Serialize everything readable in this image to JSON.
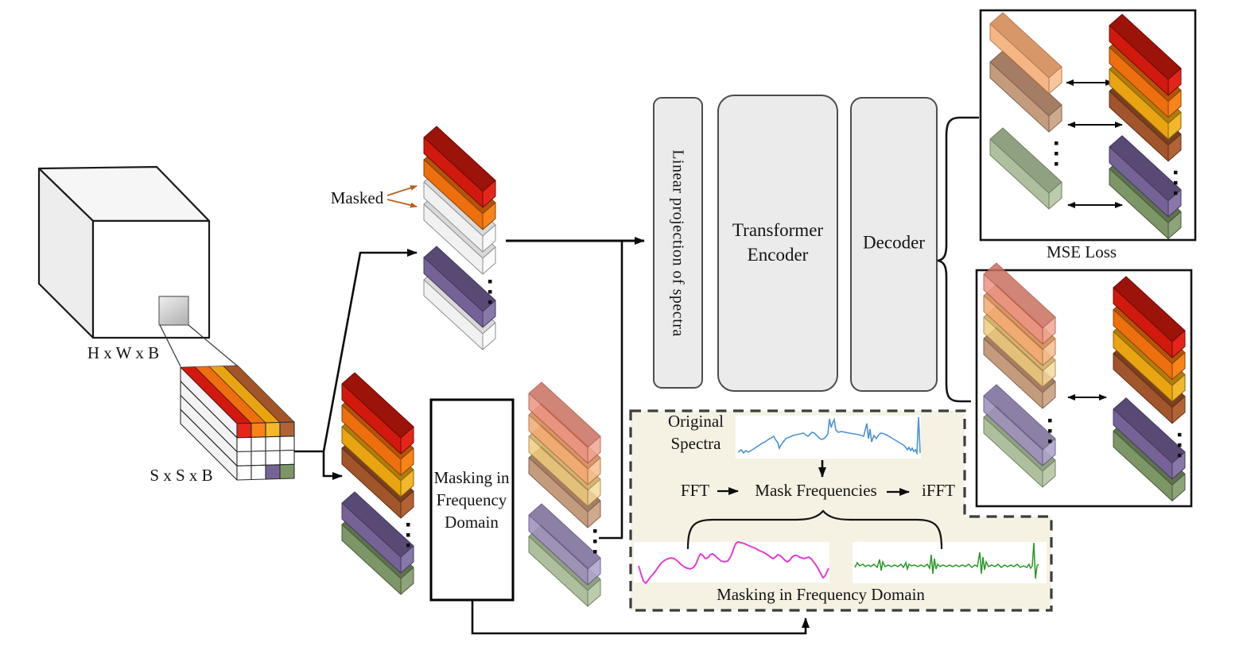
{
  "diagram": {
    "cube_label": "H x W x B",
    "patch_label": "S x S x B",
    "masked_label": "Masked",
    "masking_box_label": "Masking in\nFrequency\nDomain",
    "linear_projection_label": "Linear projection of spectra",
    "transformer_label": "Transformer\nEncoder",
    "decoder_label": "Decoder",
    "mse_loss_label": "MSE Loss",
    "frequency_detail": {
      "original_spectra_label": "Original\nSpectra",
      "fft_label": "FFT",
      "mask_frequencies_label": "Mask Frequencies",
      "ifft_label": "iFFT",
      "caption": "Masking in Frequency Domain"
    }
  },
  "colors": {
    "beige_panel": "#f5f2e4",
    "dashed_border": "#3c3c3c",
    "module_box_fill": "#ebebeb",
    "module_box_border": "#4d4d4d",
    "masked_arrow": "#b5611f",
    "spectra_blue": "#4e93d0",
    "spectra_magenta": "#df3fd3",
    "spectra_green": "#2a9627",
    "bars": {
      "red": {
        "main": "#d2190e",
        "top": "#9c130a",
        "cap": "#e6251a",
        "stroke": "#6b0d06"
      },
      "orange": {
        "main": "#ee6f0e",
        "top": "#b35409",
        "cap": "#f88418",
        "stroke": "#8a4107"
      },
      "gold": {
        "main": "#e9a511",
        "top": "#b07d0c",
        "cap": "#f2b82b",
        "stroke": "#8a620a"
      },
      "brown": {
        "main": "#a2542a",
        "top": "#7a3f20",
        "cap": "#b26336",
        "stroke": "#5e3118"
      },
      "purple": {
        "main": "#756398",
        "top": "#584a75",
        "cap": "#8878aa",
        "stroke": "#463a5e"
      },
      "green": {
        "main": "#7c9667",
        "top": "#5d724d",
        "cap": "#8ea37a",
        "stroke": "#49593c"
      },
      "white": {
        "main": "#f1f1f1",
        "top": "#d9d9d9",
        "cap": "#fafafa",
        "stroke": "#909090"
      },
      "salmonT": {
        "main": "#ec9483",
        "top": "#c9705f",
        "cap": "#f0a694",
        "stroke": "#a85545",
        "opacity": 0.85
      },
      "orangeT": {
        "main": "#f4aa72",
        "top": "#d18650",
        "cap": "#f7bd8d",
        "stroke": "#a96537",
        "opacity": 0.85
      },
      "goldT": {
        "main": "#f0cd80",
        "top": "#cda75e",
        "cap": "#f4da9d",
        "stroke": "#a5823f",
        "opacity": 0.85
      },
      "brownT": {
        "main": "#bb8a67",
        "top": "#96674a",
        "cap": "#c89b78",
        "stroke": "#6d4a33",
        "opacity": 0.85
      },
      "purpleT": {
        "main": "#a091bd",
        "top": "#7e6f9b",
        "cap": "#b0a3cb",
        "stroke": "#5d5180",
        "opacity": 0.88
      },
      "greenT": {
        "main": "#a3b790",
        "top": "#819570",
        "cap": "#b2c4a0",
        "stroke": "#5f7050",
        "opacity": 0.88
      }
    }
  },
  "stacks": [
    {
      "name": "patch-tokens-random-masked",
      "bars": [
        "red",
        "orange",
        "white",
        "white",
        "dots",
        "purple",
        "white"
      ]
    },
    {
      "name": "patch-tokens",
      "bars": [
        "red",
        "orange",
        "gold",
        "brown",
        "dots",
        "purple",
        "green"
      ]
    },
    {
      "name": "frequency-masked-tokens",
      "bars": [
        "salmonT",
        "orangeT",
        "goldT",
        "brownT",
        "dots",
        "purpleT",
        "greenT"
      ]
    },
    {
      "name": "mse-reconstructed-masked",
      "bars": [
        "orangeT",
        "brownT",
        "dots",
        "greenT"
      ]
    },
    {
      "name": "mse-original",
      "bars": [
        "red",
        "orange",
        "gold",
        "brown",
        "dots",
        "purple",
        "green"
      ]
    },
    {
      "name": "freq-reconstructed",
      "bars": [
        "salmonT",
        "orangeT",
        "goldT",
        "brownT",
        "dots",
        "purpleT",
        "greenT"
      ]
    },
    {
      "name": "freq-original",
      "bars": [
        "red",
        "orange",
        "gold",
        "brown",
        "dots",
        "purple",
        "green"
      ]
    }
  ],
  "sxsb_block": {
    "top_bands": [
      "red",
      "orange",
      "gold",
      "brown"
    ],
    "side_rows": 4,
    "end_grid": [
      [
        "red-cap",
        "orange-cap",
        "gold-cap",
        "brown-cap"
      ],
      [
        "white",
        "white",
        "white",
        "white"
      ],
      [
        "white",
        "white",
        "white",
        "white"
      ],
      [
        "white",
        "white",
        "purple",
        "green"
      ]
    ]
  }
}
